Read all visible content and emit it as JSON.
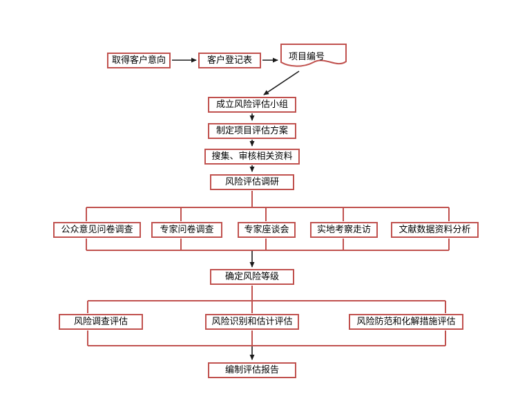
{
  "nodes": {
    "obtain_client_intent": {
      "label": "取得客户意向"
    },
    "client_registration_form": {
      "label": "客户登记表"
    },
    "project_number": {
      "label": "项目编号"
    },
    "establish_risk_team": {
      "label": "成立风险评估小组"
    },
    "formulate_evaluation_plan": {
      "label": "制定项目评估方案"
    },
    "collect_review_materials": {
      "label": "搜集、审核相关资料"
    },
    "risk_assessment_research": {
      "label": "风险评估调研"
    },
    "public_opinion_survey": {
      "label": "公众意见问卷调查"
    },
    "expert_questionnaire_survey": {
      "label": "专家问卷调查"
    },
    "expert_symposium": {
      "label": "专家座谈会"
    },
    "field_visit": {
      "label": "实地考察走访"
    },
    "literature_data_analysis": {
      "label": "文献数据资料分析"
    },
    "determine_risk_level": {
      "label": "确定风险等级"
    },
    "risk_survey_evaluation": {
      "label": "风险调查评估"
    },
    "risk_identification_evaluation": {
      "label": "风险识别和估计评估"
    },
    "risk_prevention_evaluation": {
      "label": "风险防范和化解措施评估"
    },
    "compile_evaluation_report": {
      "label": "编制评估报告"
    }
  },
  "colors": {
    "box-border": "#c0504d",
    "line-red": "#c0504d",
    "arrow-black": "#1a1a1a",
    "text": "#000000",
    "background": "#ffffff"
  }
}
